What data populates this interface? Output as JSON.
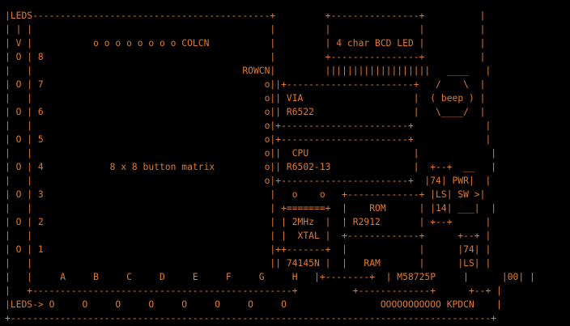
{
  "theme": {
    "background": "#000000",
    "foreground": "#e07a30"
  },
  "art_lines": [
    "|LEDS-------------------------------------------+         +----------------+          |",
    "| | |                                           |         |                |          |",
    "| V |           o o o o o o o o COLCN           |         | 4 char BCD LED |          |",
    "| O | 8                                         |         +----------------+          |",
    "|   |                                      ROWCN|         |||||||||||||||||||   ____   |",
    "| O | 7                                        o||+-----------------------+   /    \\  |",
    "|   |                                          o|| VIA                    |  ( beep ) |",
    "| O | 6                                        o|| R6522                  |   \\____/  |",
    "|   |                                          o|+-----------------------+             |",
    "| O | 5                                        o|+-----------------------+             |",
    "|   |                                          o||  CPU                   |             |",
    "| O | 4            8 x 8 button matrix         o|| R6502-13               |  +--+  __   |",
    "|   |                                          o|+-----------------------+  |74| PWR|  |",
    "| O | 3                                         |   o    o   +-------------+ |LS| SW >|",
    "|   |                                           | +=======+  |    ROM      | |14| ___|  |",
    "| O | 2                                         | | 2MHz  |  | R2912       | +--+      |",
    "|   |                                           | |  XTAL |  +-------------+      +--+ |",
    "| O | 1                                         |++-------+  |             |      |74| |",
    "|   |                                           || 74145N |  |   RAM       |      |LS| |",
    "|   |     A     B     C     D     E     F     G     H   |+--------+  | M58725P     |      |00| |",
    "|   +-----------------------------------------------+          +-------------+      +--+ |",
    "|LEDS-> O     O     O     O     O     O     O     O                 OOOOOOOOOOO KPDCN    |",
    "+---------------------------------------------------------------------------------------+"
  ]
}
